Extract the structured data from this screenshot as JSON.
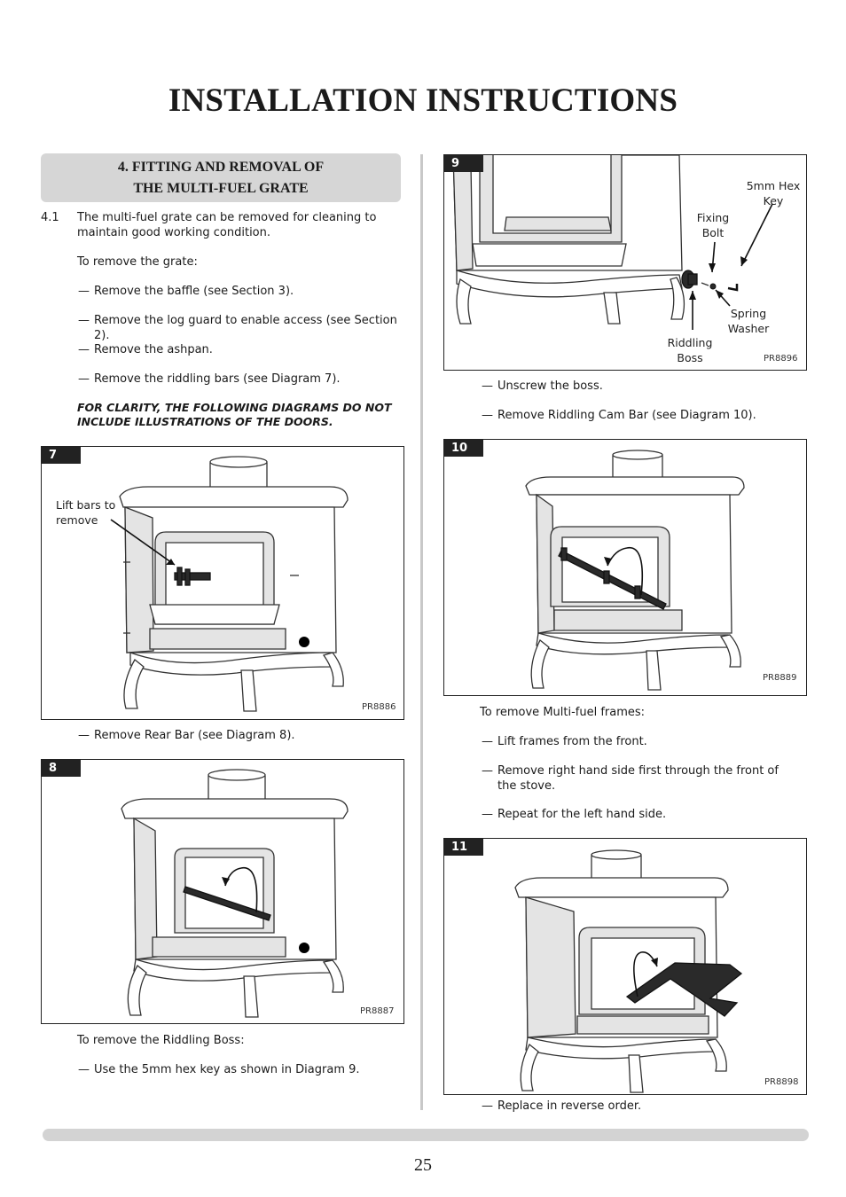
{
  "page": {
    "title": "INSTALLATION INSTRUCTIONS",
    "page_number": "25"
  },
  "section": {
    "heading_line1": "4. FITTING AND REMOVAL OF",
    "heading_line2": "THE MULTI-FUEL GRATE",
    "item_number": "4.1",
    "intro": "The multi-fuel grate can be removed for cleaning to maintain good working condition.",
    "to_remove_grate": "To remove the grate:",
    "steps_grate": [
      "Remove the baffle (see Section 3).",
      "Remove the log guard to enable access (see Section 2).",
      "Remove the ashpan.",
      "Remove the riddling bars (see Diagram 7)."
    ],
    "note": "FOR CLARITY, THE FOLLOWING DIAGRAMS DO NOT INCLUDE ILLUSTRATIONS OF THE DOORS.",
    "after7": "Remove Rear Bar (see Diagram 8).",
    "to_remove_boss": "To remove the Riddling Boss:",
    "after8": "Use the 5mm hex key as shown in Diagram 9.",
    "after9": [
      "Unscrew the boss.",
      "Remove Riddling Cam Bar (see Diagram 10)."
    ],
    "to_remove_frames": "To remove Multi-fuel frames:",
    "steps_frames": [
      "Lift frames from the front.",
      "Remove right hand side first through the front of the stove.",
      "Repeat for the left hand side."
    ],
    "final": "Replace in reverse order."
  },
  "diagrams": {
    "d7": {
      "number": "7",
      "code": "PR8886",
      "label": "Lift bars to remove"
    },
    "d8": {
      "number": "8",
      "code": "PR8887"
    },
    "d9": {
      "number": "9",
      "code": "PR8896",
      "hex_key": "5mm Hex Key",
      "fixing_bolt": "Fixing Bolt",
      "spring_washer": "Spring Washer",
      "riddling_boss": "Riddling Boss"
    },
    "d10": {
      "number": "10",
      "code": "PR8889"
    },
    "d11": {
      "number": "11",
      "code": "PR8898"
    }
  }
}
